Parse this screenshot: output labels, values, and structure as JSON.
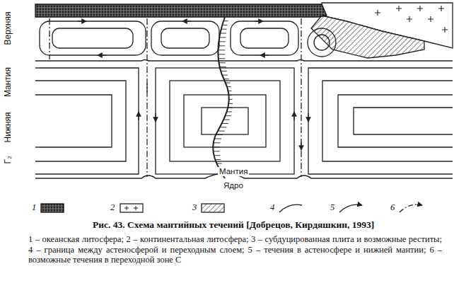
{
  "diagram": {
    "caption": "Рис. 43. Схема мантийных течений [Добрецов, Кирдяшкин, 1993]",
    "labels": [
      "Верхняя",
      "Мантия",
      "Нижняя",
      "Г₂",
      "Мантия",
      "Ядро",
      "1 – океанская литосфера; 2 – континентальная литосфера; 3 – субдуцированная плита и возможные реститы; 4 – граница между астеносферой и переходным слоем; 5 – течения в астеносфере и нижней мантии; 6 – возможные течения в переходной зоне С"
    ],
    "legend": [
      {
        "text": "1"
      },
      {
        "text": "2"
      },
      {
        "text": "3"
      },
      {
        "text": "4"
      },
      {
        "text": "5"
      },
      {
        "text": "6"
      }
    ]
  }
}
